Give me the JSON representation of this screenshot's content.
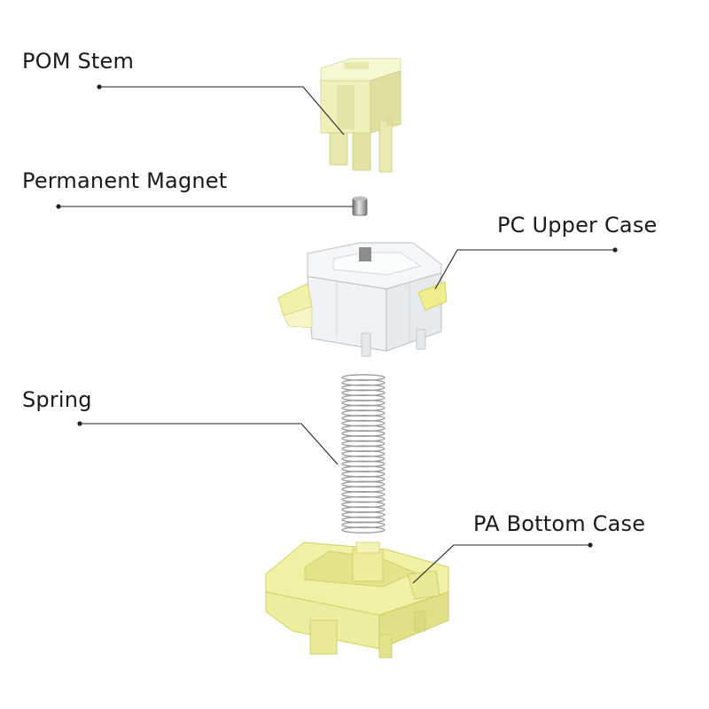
{
  "labels": {
    "pom_stem": "POM Stem",
    "permanent_magnet": "Permanent Magnet",
    "pc_upper_case": "PC Upper Case",
    "spring": "Spring",
    "pa_bottom_case": "PA Bottom Case"
  },
  "colors": {
    "text": "#1a1a1a",
    "leader_line": "#222222",
    "stem_yellow": "#efefbd",
    "stem_shadow": "#d9da9a",
    "bottom_yellow": "#eeee9a",
    "bottom_shadow": "#d7d877",
    "upper_clear": "#f4f6f7",
    "upper_accent": "#ecec6a",
    "spring_metal": "#9a9a9a",
    "magnet_metal": "#8c8c8c"
  }
}
